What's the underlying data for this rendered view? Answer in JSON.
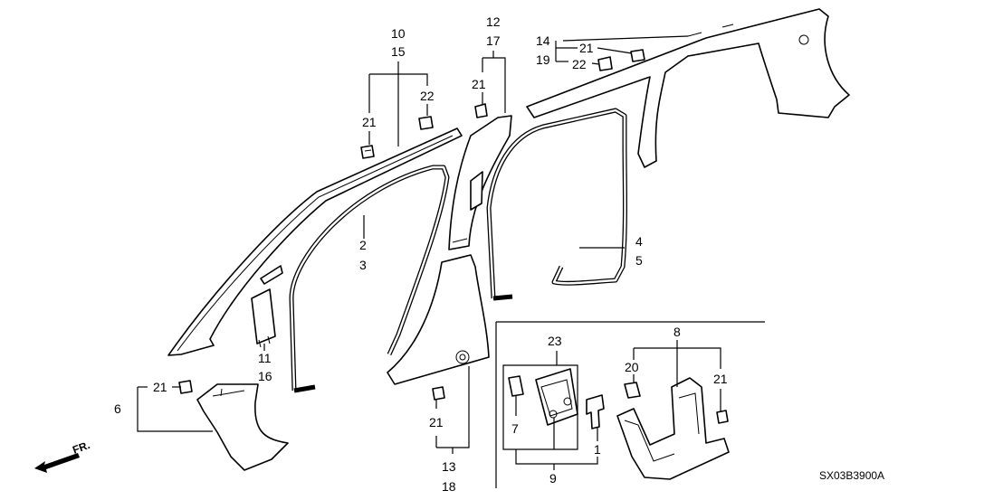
{
  "diagram_code": "SX03B3900A",
  "direction_label": "FR.",
  "callouts": {
    "c1": "1",
    "c2": "2",
    "c3": "3",
    "c4": "4",
    "c5": "5",
    "c6": "6",
    "c7": "7",
    "c8": "8",
    "c9": "9",
    "c10": "10",
    "c11": "11",
    "c12": "12",
    "c13": "13",
    "c14": "14",
    "c15": "15",
    "c16": "16",
    "c17": "17",
    "c18": "18",
    "c19": "19",
    "c20": "20",
    "c21a": "21",
    "c21b": "21",
    "c21c": "21",
    "c21d": "21",
    "c21e": "21",
    "c21f": "21",
    "c22a": "22",
    "c22b": "22",
    "c23": "23"
  }
}
